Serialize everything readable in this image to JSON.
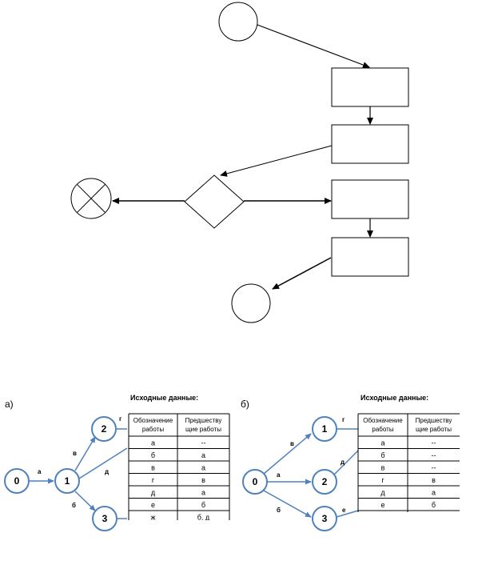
{
  "panel_a": {
    "label": "а)",
    "caption": "Исходные данные:",
    "nodes": [
      "0",
      "1",
      "2",
      "3"
    ],
    "edge_labels": [
      "а",
      "в",
      "д",
      "б",
      "г"
    ],
    "table": {
      "headers": [
        "Обозначение работы",
        "Предшествующие работы"
      ],
      "header_lines": [
        [
          "Обозначение",
          "работы"
        ],
        [
          "Предшеству",
          "щие работы"
        ]
      ],
      "rows": [
        [
          "а",
          "--"
        ],
        [
          "б",
          "а"
        ],
        [
          "в",
          "а"
        ],
        [
          "г",
          "в"
        ],
        [
          "д",
          "а"
        ],
        [
          "е",
          "б"
        ],
        [
          "ж",
          "б, д"
        ]
      ]
    }
  },
  "panel_b": {
    "label": "б)",
    "caption": "Исходные данные:",
    "nodes": [
      "0",
      "1",
      "2",
      "3"
    ],
    "edge_labels": [
      "в",
      "а",
      "б",
      "г",
      "д",
      "е"
    ],
    "table": {
      "headers": [
        "Обозначение работы",
        "Предшествующие работы"
      ],
      "header_lines": [
        [
          "Обозначение",
          "работы"
        ],
        [
          "Предшеству",
          "щие работы"
        ]
      ],
      "rows": [
        [
          "а",
          "--"
        ],
        [
          "б",
          "--"
        ],
        [
          "в",
          "--"
        ],
        [
          "г",
          "в"
        ],
        [
          "д",
          "а"
        ],
        [
          "е",
          "б"
        ]
      ]
    }
  }
}
